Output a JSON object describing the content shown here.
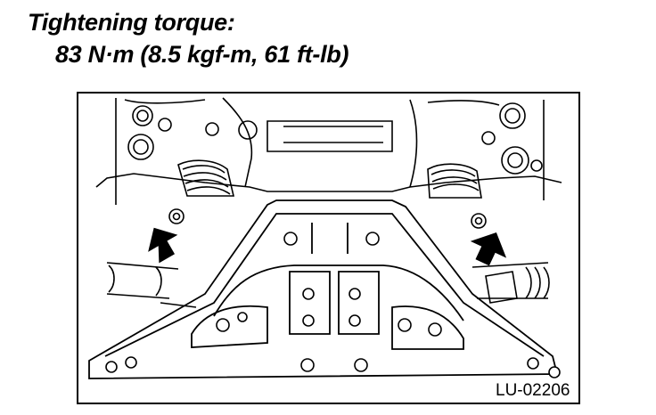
{
  "heading": {
    "label": "Tightening torque:",
    "value": "83 N·m (8.5 kgf-m, 61 ft-lb)"
  },
  "figure": {
    "code": "LU-02206",
    "arrow_count": 2
  },
  "colors": {
    "line": "#000000",
    "background": "#ffffff"
  }
}
